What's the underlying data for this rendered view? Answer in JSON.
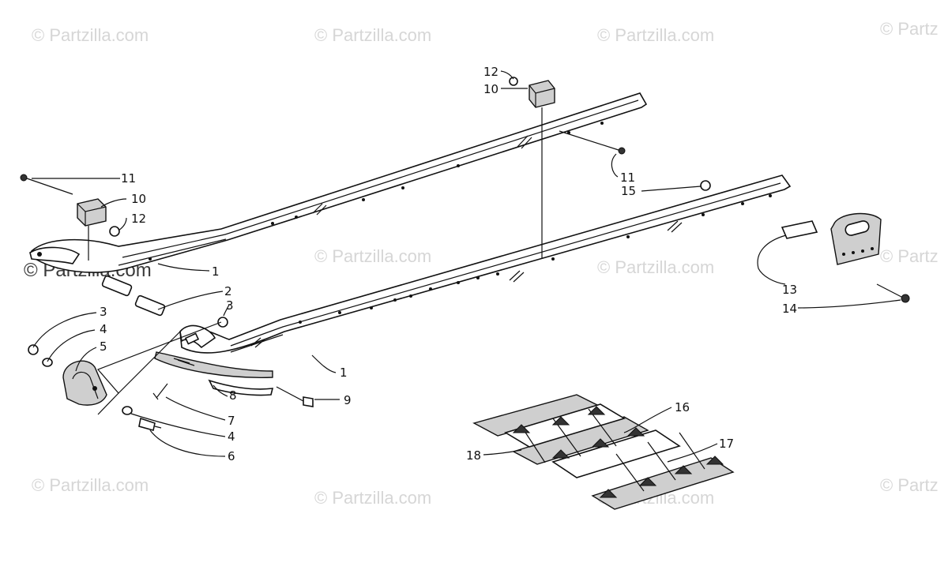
{
  "watermark": {
    "text": "© Partzilla.com",
    "text_cut": "© Partz",
    "logo_text": "© Partzilla.com"
  },
  "callouts": [
    {
      "id": "c-12-top",
      "label": "12"
    },
    {
      "id": "c-10-top",
      "label": "10"
    },
    {
      "id": "c-11-left",
      "label": "11"
    },
    {
      "id": "c-10-left",
      "label": "10"
    },
    {
      "id": "c-12-left",
      "label": "12"
    },
    {
      "id": "c-11-mid",
      "label": "11"
    },
    {
      "id": "c-15",
      "label": "15"
    },
    {
      "id": "c-1-upper",
      "label": "1"
    },
    {
      "id": "c-2",
      "label": "2"
    },
    {
      "id": "c-3-right",
      "label": "3"
    },
    {
      "id": "c-3-left",
      "label": "3"
    },
    {
      "id": "c-4-upper",
      "label": "4"
    },
    {
      "id": "c-5",
      "label": "5"
    },
    {
      "id": "c-1-lower",
      "label": "1"
    },
    {
      "id": "c-8",
      "label": "8"
    },
    {
      "id": "c-9",
      "label": "9"
    },
    {
      "id": "c-7",
      "label": "7"
    },
    {
      "id": "c-4-lower",
      "label": "4"
    },
    {
      "id": "c-6",
      "label": "6"
    },
    {
      "id": "c-13",
      "label": "13"
    },
    {
      "id": "c-14",
      "label": "14"
    },
    {
      "id": "c-16",
      "label": "16"
    },
    {
      "id": "c-17",
      "label": "17"
    },
    {
      "id": "c-18",
      "label": "18"
    }
  ]
}
